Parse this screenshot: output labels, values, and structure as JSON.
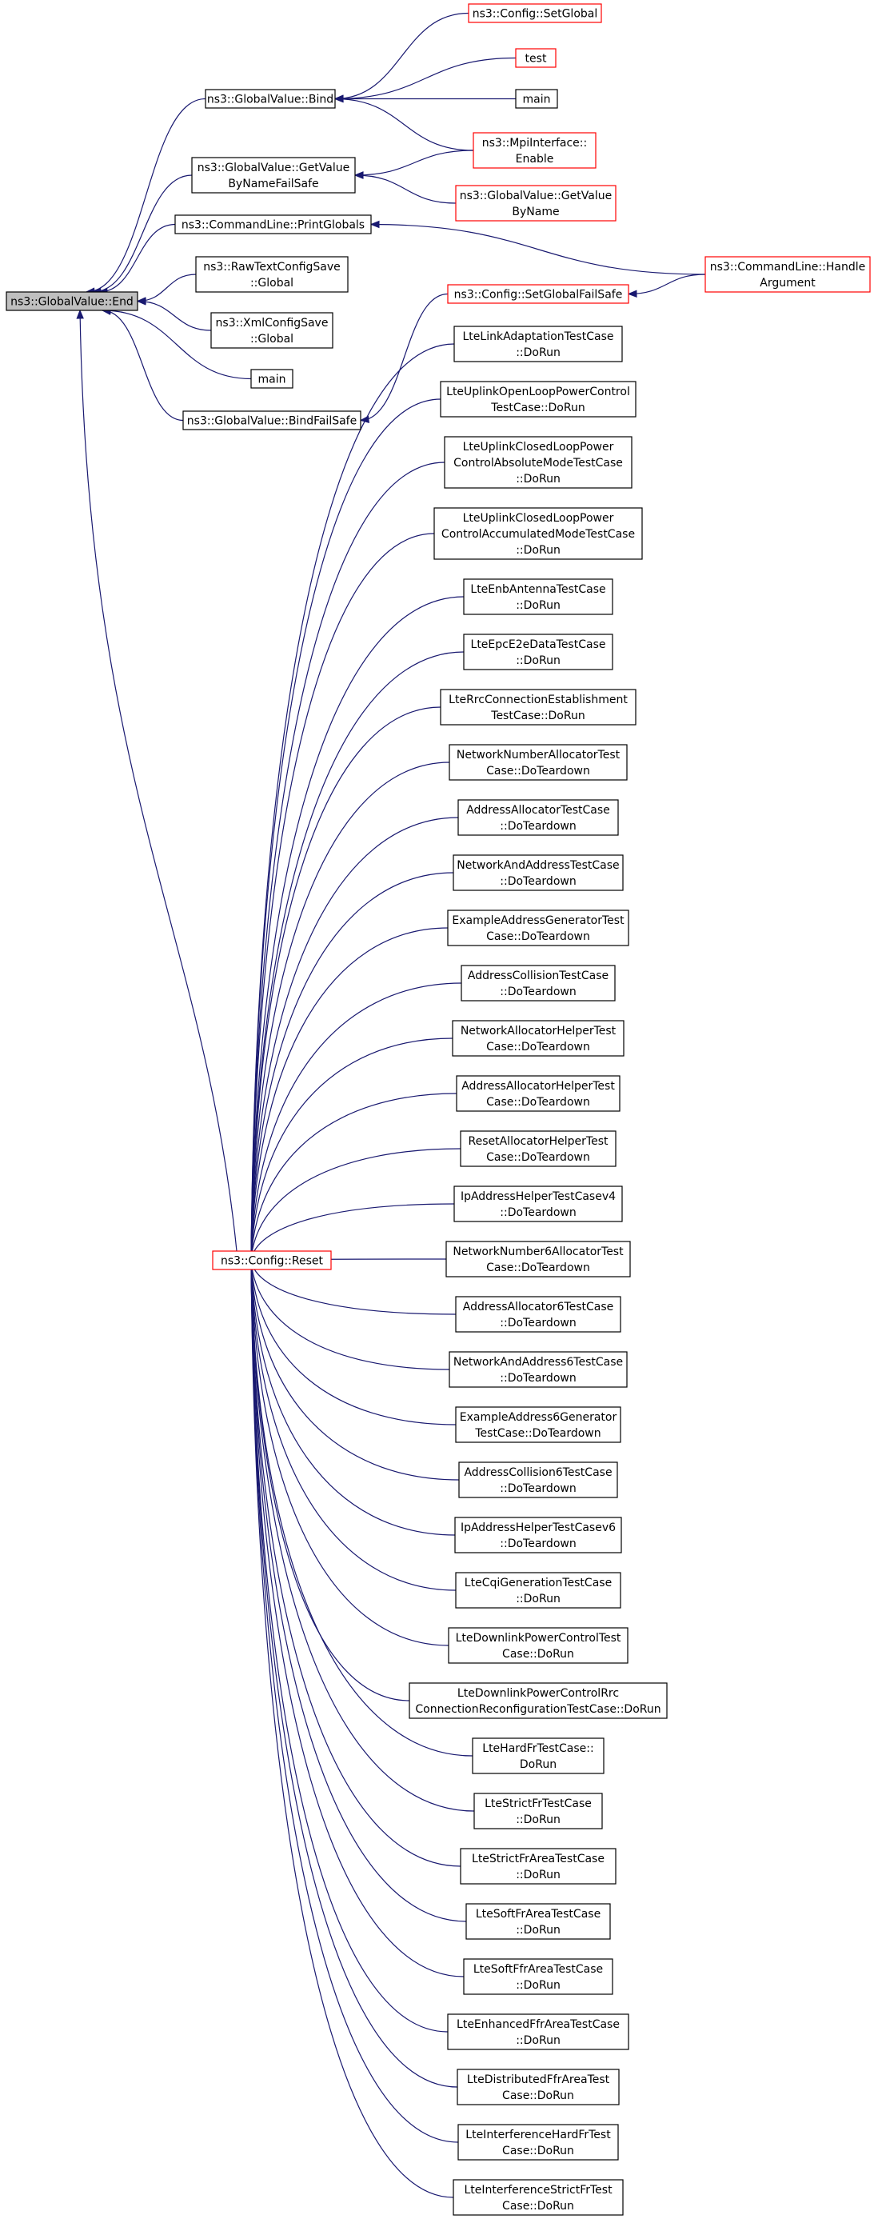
{
  "nodes": [
    {
      "id": "end",
      "lines": [
        "ns3::GlobalValue::End"
      ],
      "style": "root"
    },
    {
      "id": "bind",
      "lines": [
        "ns3::GlobalValue::Bind"
      ],
      "style": "black"
    },
    {
      "id": "getvalue_failsafe",
      "lines": [
        "ns3::GlobalValue::GetValue",
        "ByNameFailSafe"
      ],
      "style": "black"
    },
    {
      "id": "printglobals",
      "lines": [
        "ns3::CommandLine::PrintGlobals"
      ],
      "style": "black"
    },
    {
      "id": "rawtext",
      "lines": [
        "ns3::RawTextConfigSave",
        "::Global"
      ],
      "style": "black"
    },
    {
      "id": "xmlconfig",
      "lines": [
        "ns3::XmlConfigSave",
        "::Global"
      ],
      "style": "black"
    },
    {
      "id": "main1",
      "lines": [
        "main"
      ],
      "style": "black"
    },
    {
      "id": "bindfailsafe",
      "lines": [
        "ns3::GlobalValue::BindFailSafe"
      ],
      "style": "black"
    },
    {
      "id": "reset",
      "lines": [
        "ns3::Config::Reset"
      ],
      "style": "red"
    },
    {
      "id": "setglobal",
      "lines": [
        "ns3::Config::SetGlobal"
      ],
      "style": "red"
    },
    {
      "id": "test",
      "lines": [
        "test"
      ],
      "style": "red"
    },
    {
      "id": "main2",
      "lines": [
        "main"
      ],
      "style": "black"
    },
    {
      "id": "mpienable",
      "lines": [
        "ns3::MpiInterface::",
        "Enable"
      ],
      "style": "red"
    },
    {
      "id": "getvaluebyname",
      "lines": [
        "ns3::GlobalValue::GetValue",
        "ByName"
      ],
      "style": "red"
    },
    {
      "id": "handleargument",
      "lines": [
        "ns3::CommandLine::Handle",
        "Argument"
      ],
      "style": "red"
    },
    {
      "id": "setglobalfailsafe",
      "lines": [
        "ns3::Config::SetGlobalFailSafe"
      ],
      "style": "red"
    },
    {
      "id": "r01",
      "lines": [
        "LteLinkAdaptationTestCase",
        "::DoRun"
      ],
      "style": "black"
    },
    {
      "id": "r02",
      "lines": [
        "LteUplinkOpenLoopPowerControl",
        "TestCase::DoRun"
      ],
      "style": "black"
    },
    {
      "id": "r03",
      "lines": [
        "LteUplinkClosedLoopPower",
        "ControlAbsoluteModeTestCase",
        "::DoRun"
      ],
      "style": "black"
    },
    {
      "id": "r04",
      "lines": [
        "LteUplinkClosedLoopPower",
        "ControlAccumulatedModeTestCase",
        "::DoRun"
      ],
      "style": "black"
    },
    {
      "id": "r05",
      "lines": [
        "LteEnbAntennaTestCase",
        "::DoRun"
      ],
      "style": "black"
    },
    {
      "id": "r06",
      "lines": [
        "LteEpcE2eDataTestCase",
        "::DoRun"
      ],
      "style": "black"
    },
    {
      "id": "r07",
      "lines": [
        "LteRrcConnectionEstablishment",
        "TestCase::DoRun"
      ],
      "style": "black"
    },
    {
      "id": "r08",
      "lines": [
        "NetworkNumberAllocatorTest",
        "Case::DoTeardown"
      ],
      "style": "black"
    },
    {
      "id": "r09",
      "lines": [
        "AddressAllocatorTestCase",
        "::DoTeardown"
      ],
      "style": "black"
    },
    {
      "id": "r10",
      "lines": [
        "NetworkAndAddressTestCase",
        "::DoTeardown"
      ],
      "style": "black"
    },
    {
      "id": "r11",
      "lines": [
        "ExampleAddressGeneratorTest",
        "Case::DoTeardown"
      ],
      "style": "black"
    },
    {
      "id": "r12",
      "lines": [
        "AddressCollisionTestCase",
        "::DoTeardown"
      ],
      "style": "black"
    },
    {
      "id": "r13",
      "lines": [
        "NetworkAllocatorHelperTest",
        "Case::DoTeardown"
      ],
      "style": "black"
    },
    {
      "id": "r14",
      "lines": [
        "AddressAllocatorHelperTest",
        "Case::DoTeardown"
      ],
      "style": "black"
    },
    {
      "id": "r15",
      "lines": [
        "ResetAllocatorHelperTest",
        "Case::DoTeardown"
      ],
      "style": "black"
    },
    {
      "id": "r16",
      "lines": [
        "IpAddressHelperTestCasev4",
        "::DoTeardown"
      ],
      "style": "black"
    },
    {
      "id": "r17",
      "lines": [
        "NetworkNumber6AllocatorTest",
        "Case::DoTeardown"
      ],
      "style": "black"
    },
    {
      "id": "r18",
      "lines": [
        "AddressAllocator6TestCase",
        "::DoTeardown"
      ],
      "style": "black"
    },
    {
      "id": "r19",
      "lines": [
        "NetworkAndAddress6TestCase",
        "::DoTeardown"
      ],
      "style": "black"
    },
    {
      "id": "r20",
      "lines": [
        "ExampleAddress6Generator",
        "TestCase::DoTeardown"
      ],
      "style": "black"
    },
    {
      "id": "r21",
      "lines": [
        "AddressCollision6TestCase",
        "::DoTeardown"
      ],
      "style": "black"
    },
    {
      "id": "r22",
      "lines": [
        "IpAddressHelperTestCasev6",
        "::DoTeardown"
      ],
      "style": "black"
    },
    {
      "id": "r23",
      "lines": [
        "LteCqiGenerationTestCase",
        "::DoRun"
      ],
      "style": "black"
    },
    {
      "id": "r24",
      "lines": [
        "LteDownlinkPowerControlTest",
        "Case::DoRun"
      ],
      "style": "black"
    },
    {
      "id": "r25",
      "lines": [
        "LteDownlinkPowerControlRrc",
        "ConnectionReconfigurationTestCase::DoRun"
      ],
      "style": "black"
    },
    {
      "id": "r26",
      "lines": [
        "LteHardFrTestCase::",
        "DoRun"
      ],
      "style": "black"
    },
    {
      "id": "r27",
      "lines": [
        "LteStrictFrTestCase",
        "::DoRun"
      ],
      "style": "black"
    },
    {
      "id": "r28",
      "lines": [
        "LteStrictFrAreaTestCase",
        "::DoRun"
      ],
      "style": "black"
    },
    {
      "id": "r29",
      "lines": [
        "LteSoftFrAreaTestCase",
        "::DoRun"
      ],
      "style": "black"
    },
    {
      "id": "r30",
      "lines": [
        "LteSoftFfrAreaTestCase",
        "::DoRun"
      ],
      "style": "black"
    },
    {
      "id": "r31",
      "lines": [
        "LteEnhancedFfrAreaTestCase",
        "::DoRun"
      ],
      "style": "black"
    },
    {
      "id": "r32",
      "lines": [
        "LteDistributedFfrAreaTest",
        "Case::DoRun"
      ],
      "style": "black"
    },
    {
      "id": "r33",
      "lines": [
        "LteInterferenceHardFrTest",
        "Case::DoRun"
      ],
      "style": "black"
    },
    {
      "id": "r34",
      "lines": [
        "LteInterferenceStrictFrTest",
        "Case::DoRun"
      ],
      "style": "black"
    }
  ],
  "edges": [
    {
      "from": "bind",
      "to": "end"
    },
    {
      "from": "getvalue_failsafe",
      "to": "end"
    },
    {
      "from": "printglobals",
      "to": "end"
    },
    {
      "from": "rawtext",
      "to": "end"
    },
    {
      "from": "xmlconfig",
      "to": "end"
    },
    {
      "from": "main1",
      "to": "end"
    },
    {
      "from": "bindfailsafe",
      "to": "end"
    },
    {
      "from": "reset",
      "to": "end"
    },
    {
      "from": "setglobal",
      "to": "bind"
    },
    {
      "from": "test",
      "to": "bind"
    },
    {
      "from": "main2",
      "to": "bind"
    },
    {
      "from": "mpienable",
      "to": "bind"
    },
    {
      "from": "mpienable",
      "to": "getvalue_failsafe"
    },
    {
      "from": "getvaluebyname",
      "to": "getvalue_failsafe"
    },
    {
      "from": "handleargument",
      "to": "printglobals"
    },
    {
      "from": "handleargument",
      "to": "setglobalfailsafe"
    },
    {
      "from": "setglobalfailsafe",
      "to": "bindfailsafe"
    },
    {
      "from": "r01",
      "to": "reset"
    },
    {
      "from": "r02",
      "to": "reset"
    },
    {
      "from": "r03",
      "to": "reset"
    },
    {
      "from": "r04",
      "to": "reset"
    },
    {
      "from": "r05",
      "to": "reset"
    },
    {
      "from": "r06",
      "to": "reset"
    },
    {
      "from": "r07",
      "to": "reset"
    },
    {
      "from": "r08",
      "to": "reset"
    },
    {
      "from": "r09",
      "to": "reset"
    },
    {
      "from": "r10",
      "to": "reset"
    },
    {
      "from": "r11",
      "to": "reset"
    },
    {
      "from": "r12",
      "to": "reset"
    },
    {
      "from": "r13",
      "to": "reset"
    },
    {
      "from": "r14",
      "to": "reset"
    },
    {
      "from": "r15",
      "to": "reset"
    },
    {
      "from": "r16",
      "to": "reset"
    },
    {
      "from": "r17",
      "to": "reset"
    },
    {
      "from": "r18",
      "to": "reset"
    },
    {
      "from": "r19",
      "to": "reset"
    },
    {
      "from": "r20",
      "to": "reset"
    },
    {
      "from": "r21",
      "to": "reset"
    },
    {
      "from": "r22",
      "to": "reset"
    },
    {
      "from": "r23",
      "to": "reset"
    },
    {
      "from": "r24",
      "to": "reset"
    },
    {
      "from": "r25",
      "to": "reset"
    },
    {
      "from": "r26",
      "to": "reset"
    },
    {
      "from": "r27",
      "to": "reset"
    },
    {
      "from": "r28",
      "to": "reset"
    },
    {
      "from": "r29",
      "to": "reset"
    },
    {
      "from": "r30",
      "to": "reset"
    },
    {
      "from": "r31",
      "to": "reset"
    },
    {
      "from": "r32",
      "to": "reset"
    },
    {
      "from": "r33",
      "to": "reset"
    },
    {
      "from": "r34",
      "to": "reset"
    }
  ],
  "colors": {
    "edge": "#191970",
    "border_default": "#000000",
    "border_highlight": "#ff0000",
    "root_fill": "#bfbfbf"
  }
}
